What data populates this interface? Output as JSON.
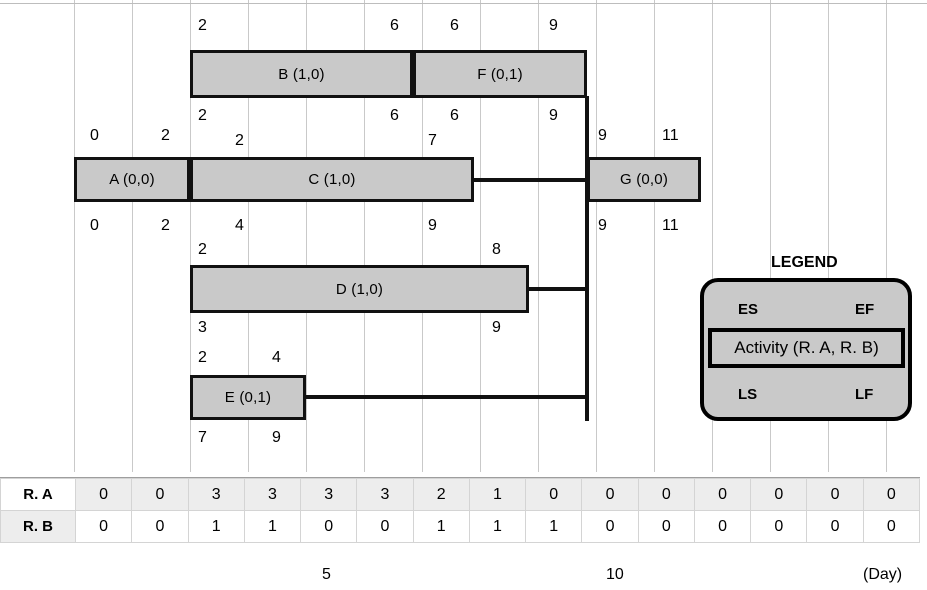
{
  "chart_data": {
    "type": "bar",
    "title": "Resource-constrained project schedule (Gantt with ES/EF/LS/LF)",
    "xlabel": "(Day)",
    "ylabel": "",
    "xlim": [
      0,
      15
    ],
    "grid": true,
    "x_tick_labels": [
      {
        "value": 5,
        "label": "5"
      },
      {
        "value": 10,
        "label": "10"
      }
    ],
    "activities": [
      {
        "name": "A",
        "label": "A (0,0)",
        "r_a": 0,
        "r_b": 0,
        "es": 0,
        "ef": 2,
        "ls": 0,
        "lf": 2,
        "start": 0,
        "end": 2,
        "row": 2
      },
      {
        "name": "B",
        "label": "B (1,0)",
        "r_a": 1,
        "r_b": 0,
        "es": 2,
        "ef": 6,
        "ls": 2,
        "lf": 6,
        "start": 2,
        "end": 6,
        "row": 1
      },
      {
        "name": "C",
        "label": "C (1,0)",
        "r_a": 1,
        "r_b": 0,
        "es": 2,
        "ef": 7,
        "ls": 4,
        "lf": 9,
        "start": 2,
        "end": 7,
        "row": 2
      },
      {
        "name": "D",
        "label": "D (1,0)",
        "r_a": 1,
        "r_b": 0,
        "es": 2,
        "ef": 8,
        "ls": 3,
        "lf": 9,
        "start": 2,
        "end": 8,
        "row": 3
      },
      {
        "name": "E",
        "label": "E (0,1)",
        "r_a": 0,
        "r_b": 1,
        "es": 2,
        "ef": 4,
        "ls": 7,
        "lf": 9,
        "start": 2,
        "end": 4,
        "row": 4
      },
      {
        "name": "F",
        "label": "F (0,1)",
        "r_a": 0,
        "r_b": 1,
        "es": 6,
        "ef": 9,
        "ls": 6,
        "lf": 9,
        "start": 6,
        "end": 9,
        "row": 1
      },
      {
        "name": "G",
        "label": "G (0,0)",
        "r_a": 0,
        "r_b": 0,
        "es": 9,
        "ef": 11,
        "ls": 9,
        "lf": 11,
        "start": 9,
        "end": 11,
        "row": 2
      }
    ],
    "resource_table": {
      "rows": [
        {
          "label": "R. A",
          "values": [
            0,
            0,
            3,
            3,
            3,
            3,
            2,
            1,
            0,
            0,
            0,
            0,
            0,
            0,
            0
          ]
        },
        {
          "label": "R. B",
          "values": [
            0,
            0,
            1,
            1,
            0,
            0,
            1,
            1,
            1,
            0,
            0,
            0,
            0,
            0,
            0
          ]
        }
      ]
    }
  },
  "bars": [
    {
      "id": "A",
      "label": "A (0,0)"
    },
    {
      "id": "B",
      "label": "B (1,0)"
    },
    {
      "id": "C",
      "label": "C (1,0)"
    },
    {
      "id": "D",
      "label": "D (1,0)"
    },
    {
      "id": "E",
      "label": "E (0,1)"
    },
    {
      "id": "F",
      "label": "F (0,1)"
    },
    {
      "id": "G",
      "label": "G (0,0)"
    }
  ],
  "annotations": {
    "b_es": "2",
    "b_ef": "6",
    "b_ls": "2",
    "b_lf": "6",
    "f_es": "6",
    "f_ef": "9",
    "f_ls": "6",
    "f_lf": "9",
    "a_es": "0",
    "a_ef": "2",
    "a_ls": "0",
    "a_lf": "2",
    "c_es": "2",
    "c_ef": "7",
    "c_ls": "4",
    "c_lf": "9",
    "g_es": "9",
    "g_ef": "11",
    "g_ls": "9",
    "g_lf": "11",
    "d_es": "2",
    "d_ef": "8",
    "d_ls": "3",
    "d_lf": "9",
    "e_es": "2",
    "e_ef": "4",
    "e_ls": "7",
    "e_lf": "9"
  },
  "legend": {
    "title": "LEGEND",
    "es": "ES",
    "ef": "EF",
    "ls": "LS",
    "lf": "LF",
    "activity": "Activity (R. A, R. B)"
  },
  "resource_table": {
    "rows": [
      {
        "label": "R. A",
        "values": [
          "0",
          "0",
          "3",
          "3",
          "3",
          "3",
          "2",
          "1",
          "0",
          "0",
          "0",
          "0",
          "0",
          "0",
          "0"
        ]
      },
      {
        "label": "R. B",
        "values": [
          "0",
          "0",
          "1",
          "1",
          "0",
          "0",
          "1",
          "1",
          "1",
          "0",
          "0",
          "0",
          "0",
          "0",
          "0"
        ]
      }
    ]
  },
  "axis": {
    "tick5": "5",
    "tick10": "10",
    "unit": "(Day)"
  },
  "colors": {
    "bar_fill": "#c9c9c9",
    "bar_stroke": "#111111",
    "gridline": "#c9c9c9",
    "table_header_fill": "#ededed"
  }
}
